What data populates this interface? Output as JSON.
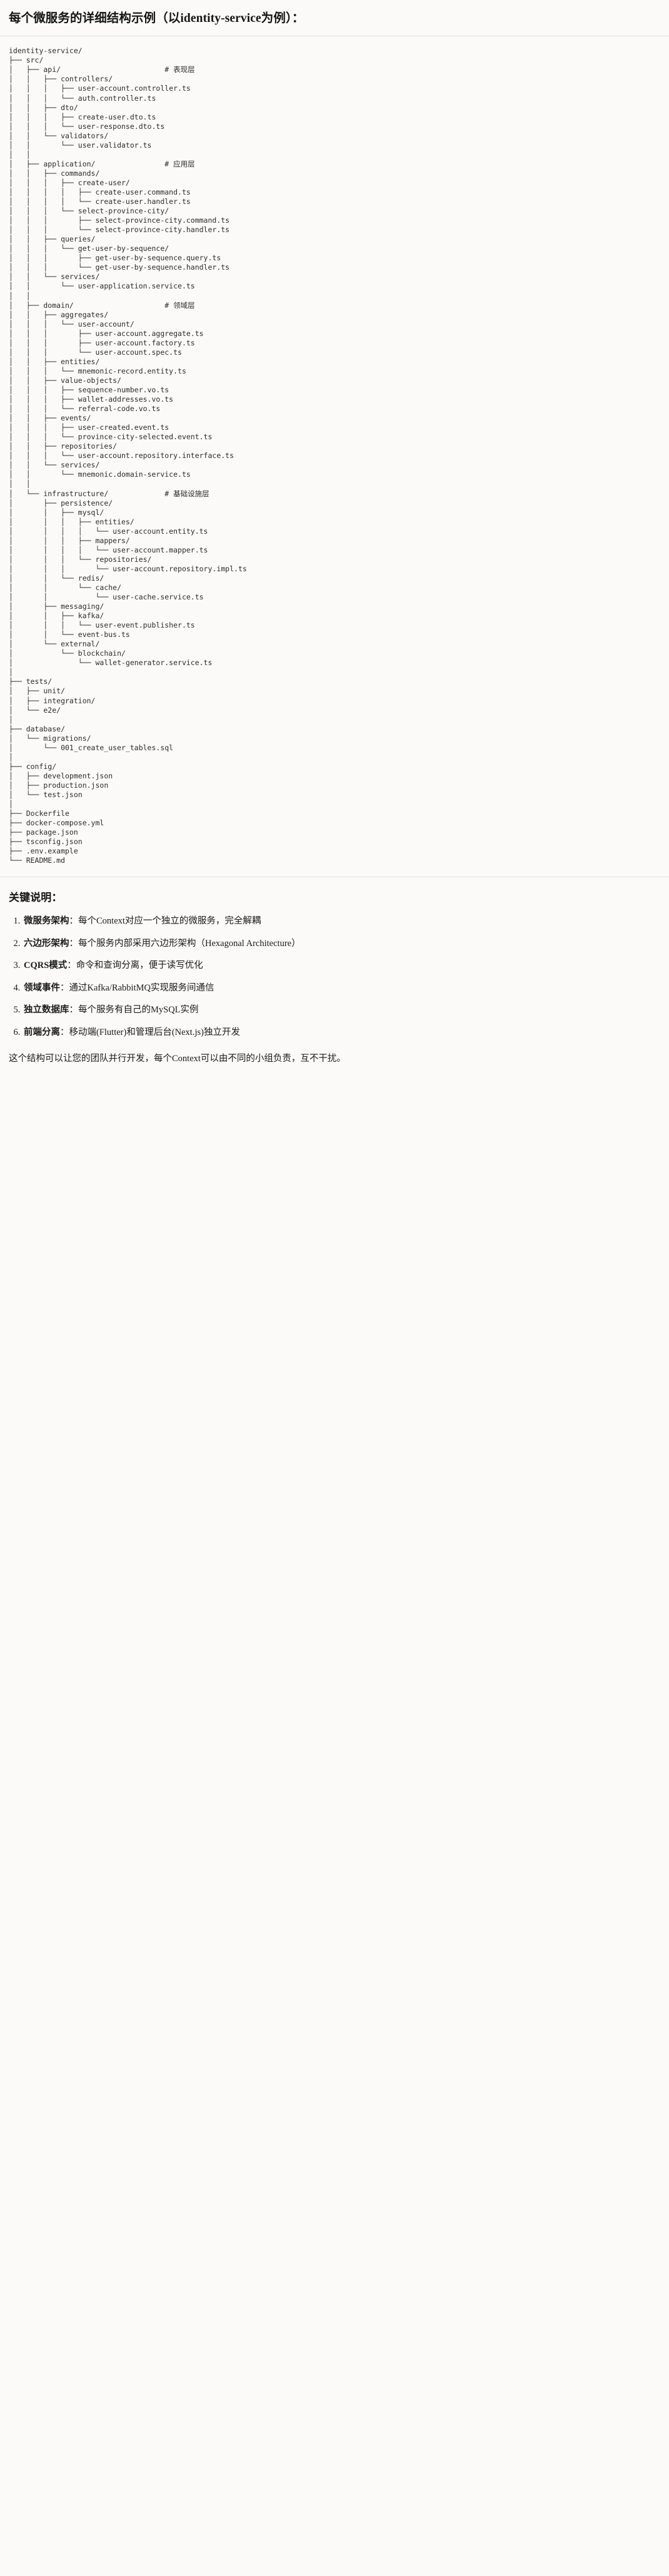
{
  "heading": {
    "text": "每个微服务的详细结构示例（以identity-service为例）："
  },
  "tree": {
    "root": "identity-service/",
    "comment_column": 36,
    "lines": [
      {
        "indent": "",
        "label": "identity-service/",
        "comment": ""
      },
      {
        "indent": "├── ",
        "label": "src/",
        "comment": ""
      },
      {
        "indent": "│   ├── ",
        "label": "api/",
        "comment": "# 表现层"
      },
      {
        "indent": "│   │   ├── ",
        "label": "controllers/",
        "comment": ""
      },
      {
        "indent": "│   │   │   ├── ",
        "label": "user-account.controller.ts",
        "comment": ""
      },
      {
        "indent": "│   │   │   └── ",
        "label": "auth.controller.ts",
        "comment": ""
      },
      {
        "indent": "│   │   ├── ",
        "label": "dto/",
        "comment": ""
      },
      {
        "indent": "│   │   │   ├── ",
        "label": "create-user.dto.ts",
        "comment": ""
      },
      {
        "indent": "│   │   │   └── ",
        "label": "user-response.dto.ts",
        "comment": ""
      },
      {
        "indent": "│   │   └── ",
        "label": "validators/",
        "comment": ""
      },
      {
        "indent": "│   │       └── ",
        "label": "user.validator.ts",
        "comment": ""
      },
      {
        "indent": "│   │",
        "label": "",
        "comment": ""
      },
      {
        "indent": "│   ├── ",
        "label": "application/",
        "comment": "# 应用层"
      },
      {
        "indent": "│   │   ├── ",
        "label": "commands/",
        "comment": ""
      },
      {
        "indent": "│   │   │   ├── ",
        "label": "create-user/",
        "comment": ""
      },
      {
        "indent": "│   │   │   │   ├── ",
        "label": "create-user.command.ts",
        "comment": ""
      },
      {
        "indent": "│   │   │   │   └── ",
        "label": "create-user.handler.ts",
        "comment": ""
      },
      {
        "indent": "│   │   │   └── ",
        "label": "select-province-city/",
        "comment": ""
      },
      {
        "indent": "│   │   │       ├── ",
        "label": "select-province-city.command.ts",
        "comment": ""
      },
      {
        "indent": "│   │   │       └── ",
        "label": "select-province-city.handler.ts",
        "comment": ""
      },
      {
        "indent": "│   │   ├── ",
        "label": "queries/",
        "comment": ""
      },
      {
        "indent": "│   │   │   └── ",
        "label": "get-user-by-sequence/",
        "comment": ""
      },
      {
        "indent": "│   │   │       ├── ",
        "label": "get-user-by-sequence.query.ts",
        "comment": ""
      },
      {
        "indent": "│   │   │       └── ",
        "label": "get-user-by-sequence.handler.ts",
        "comment": ""
      },
      {
        "indent": "│   │   └── ",
        "label": "services/",
        "comment": ""
      },
      {
        "indent": "│   │       └── ",
        "label": "user-application.service.ts",
        "comment": ""
      },
      {
        "indent": "│   │",
        "label": "",
        "comment": ""
      },
      {
        "indent": "│   ├── ",
        "label": "domain/",
        "comment": "# 领域层"
      },
      {
        "indent": "│   │   ├── ",
        "label": "aggregates/",
        "comment": ""
      },
      {
        "indent": "│   │   │   └── ",
        "label": "user-account/",
        "comment": ""
      },
      {
        "indent": "│   │   │       ├── ",
        "label": "user-account.aggregate.ts",
        "comment": ""
      },
      {
        "indent": "│   │   │       ├── ",
        "label": "user-account.factory.ts",
        "comment": ""
      },
      {
        "indent": "│   │   │       └── ",
        "label": "user-account.spec.ts",
        "comment": ""
      },
      {
        "indent": "│   │   ├── ",
        "label": "entities/",
        "comment": ""
      },
      {
        "indent": "│   │   │   └── ",
        "label": "mnemonic-record.entity.ts",
        "comment": ""
      },
      {
        "indent": "│   │   ├── ",
        "label": "value-objects/",
        "comment": ""
      },
      {
        "indent": "│   │   │   ├── ",
        "label": "sequence-number.vo.ts",
        "comment": ""
      },
      {
        "indent": "│   │   │   ├── ",
        "label": "wallet-addresses.vo.ts",
        "comment": ""
      },
      {
        "indent": "│   │   │   └── ",
        "label": "referral-code.vo.ts",
        "comment": ""
      },
      {
        "indent": "│   │   ├── ",
        "label": "events/",
        "comment": ""
      },
      {
        "indent": "│   │   │   ├── ",
        "label": "user-created.event.ts",
        "comment": ""
      },
      {
        "indent": "│   │   │   └── ",
        "label": "province-city-selected.event.ts",
        "comment": ""
      },
      {
        "indent": "│   │   ├── ",
        "label": "repositories/",
        "comment": ""
      },
      {
        "indent": "│   │   │   └── ",
        "label": "user-account.repository.interface.ts",
        "comment": ""
      },
      {
        "indent": "│   │   └── ",
        "label": "services/",
        "comment": ""
      },
      {
        "indent": "│   │       └── ",
        "label": "mnemonic.domain-service.ts",
        "comment": ""
      },
      {
        "indent": "│   │",
        "label": "",
        "comment": ""
      },
      {
        "indent": "│   └── ",
        "label": "infrastructure/",
        "comment": "# 基础设施层"
      },
      {
        "indent": "│       ├── ",
        "label": "persistence/",
        "comment": ""
      },
      {
        "indent": "│       │   ├── ",
        "label": "mysql/",
        "comment": ""
      },
      {
        "indent": "│       │   │   ├── ",
        "label": "entities/",
        "comment": ""
      },
      {
        "indent": "│       │   │   │   └── ",
        "label": "user-account.entity.ts",
        "comment": ""
      },
      {
        "indent": "│       │   │   ├── ",
        "label": "mappers/",
        "comment": ""
      },
      {
        "indent": "│       │   │   │   └── ",
        "label": "user-account.mapper.ts",
        "comment": ""
      },
      {
        "indent": "│       │   │   └── ",
        "label": "repositories/",
        "comment": ""
      },
      {
        "indent": "│       │   │       └── ",
        "label": "user-account.repository.impl.ts",
        "comment": ""
      },
      {
        "indent": "│       │   └── ",
        "label": "redis/",
        "comment": ""
      },
      {
        "indent": "│       │       └── ",
        "label": "cache/",
        "comment": ""
      },
      {
        "indent": "│       │           └── ",
        "label": "user-cache.service.ts",
        "comment": ""
      },
      {
        "indent": "│       ├── ",
        "label": "messaging/",
        "comment": ""
      },
      {
        "indent": "│       │   ├── ",
        "label": "kafka/",
        "comment": ""
      },
      {
        "indent": "│       │   │   └── ",
        "label": "user-event.publisher.ts",
        "comment": ""
      },
      {
        "indent": "│       │   └── ",
        "label": "event-bus.ts",
        "comment": ""
      },
      {
        "indent": "│       └── ",
        "label": "external/",
        "comment": ""
      },
      {
        "indent": "│           └── ",
        "label": "blockchain/",
        "comment": ""
      },
      {
        "indent": "│               └── ",
        "label": "wallet-generator.service.ts",
        "comment": ""
      },
      {
        "indent": "│",
        "label": "",
        "comment": ""
      },
      {
        "indent": "├── ",
        "label": "tests/",
        "comment": ""
      },
      {
        "indent": "│   ├── ",
        "label": "unit/",
        "comment": ""
      },
      {
        "indent": "│   ├── ",
        "label": "integration/",
        "comment": ""
      },
      {
        "indent": "│   └── ",
        "label": "e2e/",
        "comment": ""
      },
      {
        "indent": "│",
        "label": "",
        "comment": ""
      },
      {
        "indent": "├── ",
        "label": "database/",
        "comment": ""
      },
      {
        "indent": "│   └── ",
        "label": "migrations/",
        "comment": ""
      },
      {
        "indent": "│       └── ",
        "label": "001_create_user_tables.sql",
        "comment": ""
      },
      {
        "indent": "│",
        "label": "",
        "comment": ""
      },
      {
        "indent": "├── ",
        "label": "config/",
        "comment": ""
      },
      {
        "indent": "│   ├── ",
        "label": "development.json",
        "comment": ""
      },
      {
        "indent": "│   ├── ",
        "label": "production.json",
        "comment": ""
      },
      {
        "indent": "│   └── ",
        "label": "test.json",
        "comment": ""
      },
      {
        "indent": "│",
        "label": "",
        "comment": ""
      },
      {
        "indent": "├── ",
        "label": "Dockerfile",
        "comment": ""
      },
      {
        "indent": "├── ",
        "label": "docker-compose.yml",
        "comment": ""
      },
      {
        "indent": "├── ",
        "label": "package.json",
        "comment": ""
      },
      {
        "indent": "├── ",
        "label": "tsconfig.json",
        "comment": ""
      },
      {
        "indent": "├── ",
        "label": ".env.example",
        "comment": ""
      },
      {
        "indent": "└── ",
        "label": "README.md",
        "comment": ""
      }
    ]
  },
  "notes": {
    "title": "关键说明：",
    "items": [
      {
        "term": "微服务架构",
        "desc": "：每个Context对应一个独立的微服务，完全解耦"
      },
      {
        "term": "六边形架构",
        "desc": "：每个服务内部采用六边形架构（Hexagonal Architecture）"
      },
      {
        "term": "CQRS模式",
        "desc": "：命令和查询分离，便于读写优化"
      },
      {
        "term": "领域事件",
        "desc": "：通过Kafka/RabbitMQ实现服务间通信"
      },
      {
        "term": "独立数据库",
        "desc": "：每个服务有自己的MySQL实例"
      },
      {
        "term": "前端分离",
        "desc": "：移动端(Flutter)和管理后台(Next.js)独立开发"
      }
    ],
    "closing": "这个结构可以让您的团队并行开发，每个Context可以由不同的小组负责，互不干扰。"
  }
}
